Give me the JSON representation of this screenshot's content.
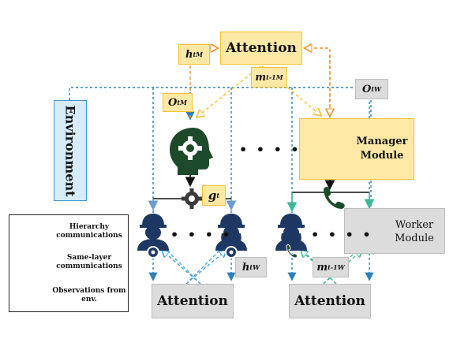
{
  "nodes": {
    "attention_top": "Attention",
    "attention_bottom_left": "Attention",
    "attention_bottom_right": "Attention",
    "environment": "Environment",
    "manager_module": "Manager Module",
    "worker_module": "Worker Module",
    "ellipsis_middle": "• • • •",
    "ellipsis_left": "• • • •",
    "ellipsis_right": "• • • •"
  },
  "labels": {
    "h_t_M": {
      "base": "h",
      "sub": "t",
      "sup": "M"
    },
    "m_t1_M": {
      "base": "m",
      "sub": "t-1",
      "sup": "M"
    },
    "O_t_M": {
      "base": "O",
      "sub": "t",
      "sup": "M"
    },
    "O_t_W": {
      "base": "O",
      "sub": "t",
      "sup": "W"
    },
    "g_t": {
      "base": "g",
      "sub": "t"
    },
    "h_t_W": {
      "base": "h",
      "sub": "t",
      "sup": "W"
    },
    "m_t1_W": {
      "base": "m",
      "sub": "t-1",
      "sup": "W"
    }
  },
  "legend": {
    "items": [
      {
        "label": "Hierarchy communications",
        "style": "solid",
        "color": "#111111"
      },
      {
        "label": "Same-layer communications",
        "style": "dashed-open",
        "color": "#3ca3d6"
      },
      {
        "label": "Observations from env.",
        "style": "dotted",
        "color": "#2f80b8"
      }
    ]
  },
  "colors": {
    "manager_fill": "#1d4a2a",
    "worker_fill": "#1f3863",
    "attention_yellow": "#fde8a6",
    "attention_grey": "#dcdcdc",
    "env_blue": "#d6ecfa",
    "orange_dash": "#e8922c",
    "yellow_dash": "#f2c230",
    "green_dash": "#3bb89a"
  },
  "icons": [
    "manager-head-gear-icon",
    "manager-head-phone-icon",
    "worker-gear-icon",
    "worker-phone-icon",
    "gear-icon",
    "phone-icon"
  ]
}
